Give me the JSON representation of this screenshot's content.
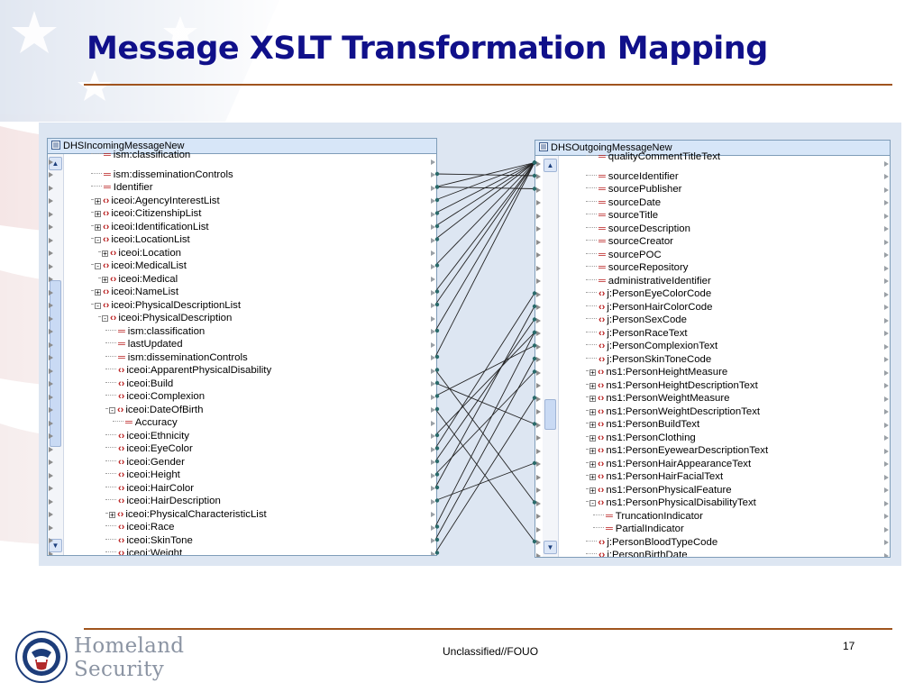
{
  "slide": {
    "title": "Message XSLT Transformation Mapping",
    "footer_text": "Unclassified//FOUO",
    "page_number": "17",
    "logo_line1": "Homeland",
    "logo_line2": "Security",
    "accent_color": "#10108a",
    "rule_color": "#a0541e"
  },
  "source_tree": {
    "title": "DHSIncomingMessageNew",
    "rows": [
      {
        "label": "ism:classification",
        "kind": "attr",
        "depth": 0,
        "partial": true
      },
      {
        "label": "ism:disseminationControls",
        "kind": "attr",
        "depth": 0
      },
      {
        "label": "Identifier",
        "kind": "attr",
        "depth": 0
      },
      {
        "label": "iceoi:AgencyInterestList",
        "kind": "elem",
        "depth": 0,
        "expander": "+"
      },
      {
        "label": "iceoi:CitizenshipList",
        "kind": "elem",
        "depth": 0,
        "expander": "+"
      },
      {
        "label": "iceoi:IdentificationList",
        "kind": "elem",
        "depth": 0,
        "expander": "+"
      },
      {
        "label": "iceoi:LocationList",
        "kind": "elem",
        "depth": 0,
        "expander": "-"
      },
      {
        "label": "iceoi:Location",
        "kind": "elem",
        "depth": 1,
        "expander": "+"
      },
      {
        "label": "iceoi:MedicalList",
        "kind": "elem",
        "depth": 0,
        "expander": "-"
      },
      {
        "label": "iceoi:Medical",
        "kind": "elem",
        "depth": 1,
        "expander": "+"
      },
      {
        "label": "iceoi:NameList",
        "kind": "elem",
        "depth": 0,
        "expander": "+"
      },
      {
        "label": "iceoi:PhysicalDescriptionList",
        "kind": "elem",
        "depth": 0,
        "expander": "-"
      },
      {
        "label": "iceoi:PhysicalDescription",
        "kind": "elem",
        "depth": 1,
        "expander": "-"
      },
      {
        "label": "ism:classification",
        "kind": "attr",
        "depth": 2
      },
      {
        "label": "lastUpdated",
        "kind": "attr",
        "depth": 2
      },
      {
        "label": "ism:disseminationControls",
        "kind": "attr",
        "depth": 2
      },
      {
        "label": "iceoi:ApparentPhysicalDisability",
        "kind": "elem",
        "depth": 2
      },
      {
        "label": "iceoi:Build",
        "kind": "elem",
        "depth": 2
      },
      {
        "label": "iceoi:Complexion",
        "kind": "elem",
        "depth": 2
      },
      {
        "label": "iceoi:DateOfBirth",
        "kind": "elem",
        "depth": 2,
        "expander": "-"
      },
      {
        "label": "Accuracy",
        "kind": "attr",
        "depth": 3
      },
      {
        "label": "iceoi:Ethnicity",
        "kind": "elem",
        "depth": 2
      },
      {
        "label": "iceoi:EyeColor",
        "kind": "elem",
        "depth": 2
      },
      {
        "label": "iceoi:Gender",
        "kind": "elem",
        "depth": 2
      },
      {
        "label": "iceoi:Height",
        "kind": "elem",
        "depth": 2
      },
      {
        "label": "iceoi:HairColor",
        "kind": "elem",
        "depth": 2
      },
      {
        "label": "iceoi:HairDescription",
        "kind": "elem",
        "depth": 2
      },
      {
        "label": "iceoi:PhysicalCharacteristicList",
        "kind": "elem",
        "depth": 2,
        "expander": "+"
      },
      {
        "label": "iceoi:Race",
        "kind": "elem",
        "depth": 2
      },
      {
        "label": "iceoi:SkinTone",
        "kind": "elem",
        "depth": 2
      },
      {
        "label": "iceoi:Weight",
        "kind": "elem",
        "depth": 2
      }
    ]
  },
  "target_tree": {
    "title": "DHSOutgoingMessageNew",
    "rows": [
      {
        "label": "qualityCommentTitleText",
        "kind": "attr",
        "depth": 0,
        "partial": true
      },
      {
        "label": "sourceIdentifier",
        "kind": "attr",
        "depth": 0
      },
      {
        "label": "sourcePublisher",
        "kind": "attr",
        "depth": 0
      },
      {
        "label": "sourceDate",
        "kind": "attr",
        "depth": 0
      },
      {
        "label": "sourceTitle",
        "kind": "attr",
        "depth": 0
      },
      {
        "label": "sourceDescription",
        "kind": "attr",
        "depth": 0
      },
      {
        "label": "sourceCreator",
        "kind": "attr",
        "depth": 0
      },
      {
        "label": "sourcePOC",
        "kind": "attr",
        "depth": 0
      },
      {
        "label": "sourceRepository",
        "kind": "attr",
        "depth": 0
      },
      {
        "label": "administrativeIdentifier",
        "kind": "attr",
        "depth": 0
      },
      {
        "label": "j:PersonEyeColorCode",
        "kind": "elem",
        "depth": 0
      },
      {
        "label": "j:PersonHairColorCode",
        "kind": "elem",
        "depth": 0
      },
      {
        "label": "j:PersonSexCode",
        "kind": "elem",
        "depth": 0
      },
      {
        "label": "j:PersonRaceText",
        "kind": "elem",
        "depth": 0
      },
      {
        "label": "j:PersonComplexionText",
        "kind": "elem",
        "depth": 0
      },
      {
        "label": "j:PersonSkinToneCode",
        "kind": "elem",
        "depth": 0
      },
      {
        "label": "ns1:PersonHeightMeasure",
        "kind": "elem",
        "depth": 0,
        "expander": "+"
      },
      {
        "label": "ns1:PersonHeightDescriptionText",
        "kind": "elem",
        "depth": 0,
        "expander": "+"
      },
      {
        "label": "ns1:PersonWeightMeasure",
        "kind": "elem",
        "depth": 0,
        "expander": "+"
      },
      {
        "label": "ns1:PersonWeightDescriptionText",
        "kind": "elem",
        "depth": 0,
        "expander": "+"
      },
      {
        "label": "ns1:PersonBuildText",
        "kind": "elem",
        "depth": 0,
        "expander": "+"
      },
      {
        "label": "ns1:PersonClothing",
        "kind": "elem",
        "depth": 0,
        "expander": "+"
      },
      {
        "label": "ns1:PersonEyewearDescriptionText",
        "kind": "elem",
        "depth": 0,
        "expander": "+"
      },
      {
        "label": "ns1:PersonHairAppearanceText",
        "kind": "elem",
        "depth": 0,
        "expander": "+"
      },
      {
        "label": "ns1:PersonHairFacialText",
        "kind": "elem",
        "depth": 0,
        "expander": "+"
      },
      {
        "label": "ns1:PersonPhysicalFeature",
        "kind": "elem",
        "depth": 0,
        "expander": "+"
      },
      {
        "label": "ns1:PersonPhysicalDisabilityText",
        "kind": "elem",
        "depth": 0,
        "expander": "-"
      },
      {
        "label": "TruncationIndicator",
        "kind": "attr",
        "depth": 1
      },
      {
        "label": "PartialIndicator",
        "kind": "attr",
        "depth": 1
      },
      {
        "label": "j:PersonBloodTypeCode",
        "kind": "elem",
        "depth": 0
      },
      {
        "label": "j:PersonBirthDate",
        "kind": "elem",
        "depth": 0,
        "partial": true
      }
    ]
  },
  "mappings": [
    [
      2,
      0
    ],
    [
      3,
      0
    ],
    [
      4,
      0
    ],
    [
      5,
      0
    ],
    [
      6,
      0
    ],
    [
      8,
      0
    ],
    [
      10,
      0
    ],
    [
      11,
      0
    ],
    [
      1,
      1
    ],
    [
      2,
      2
    ],
    [
      13,
      0
    ],
    [
      15,
      0
    ],
    [
      16,
      26
    ],
    [
      17,
      20
    ],
    [
      18,
      14
    ],
    [
      19,
      29
    ],
    [
      21,
      13
    ],
    [
      22,
      10
    ],
    [
      23,
      12
    ],
    [
      24,
      16
    ],
    [
      25,
      11
    ],
    [
      26,
      23
    ],
    [
      28,
      13
    ],
    [
      29,
      15
    ],
    [
      30,
      18
    ]
  ]
}
